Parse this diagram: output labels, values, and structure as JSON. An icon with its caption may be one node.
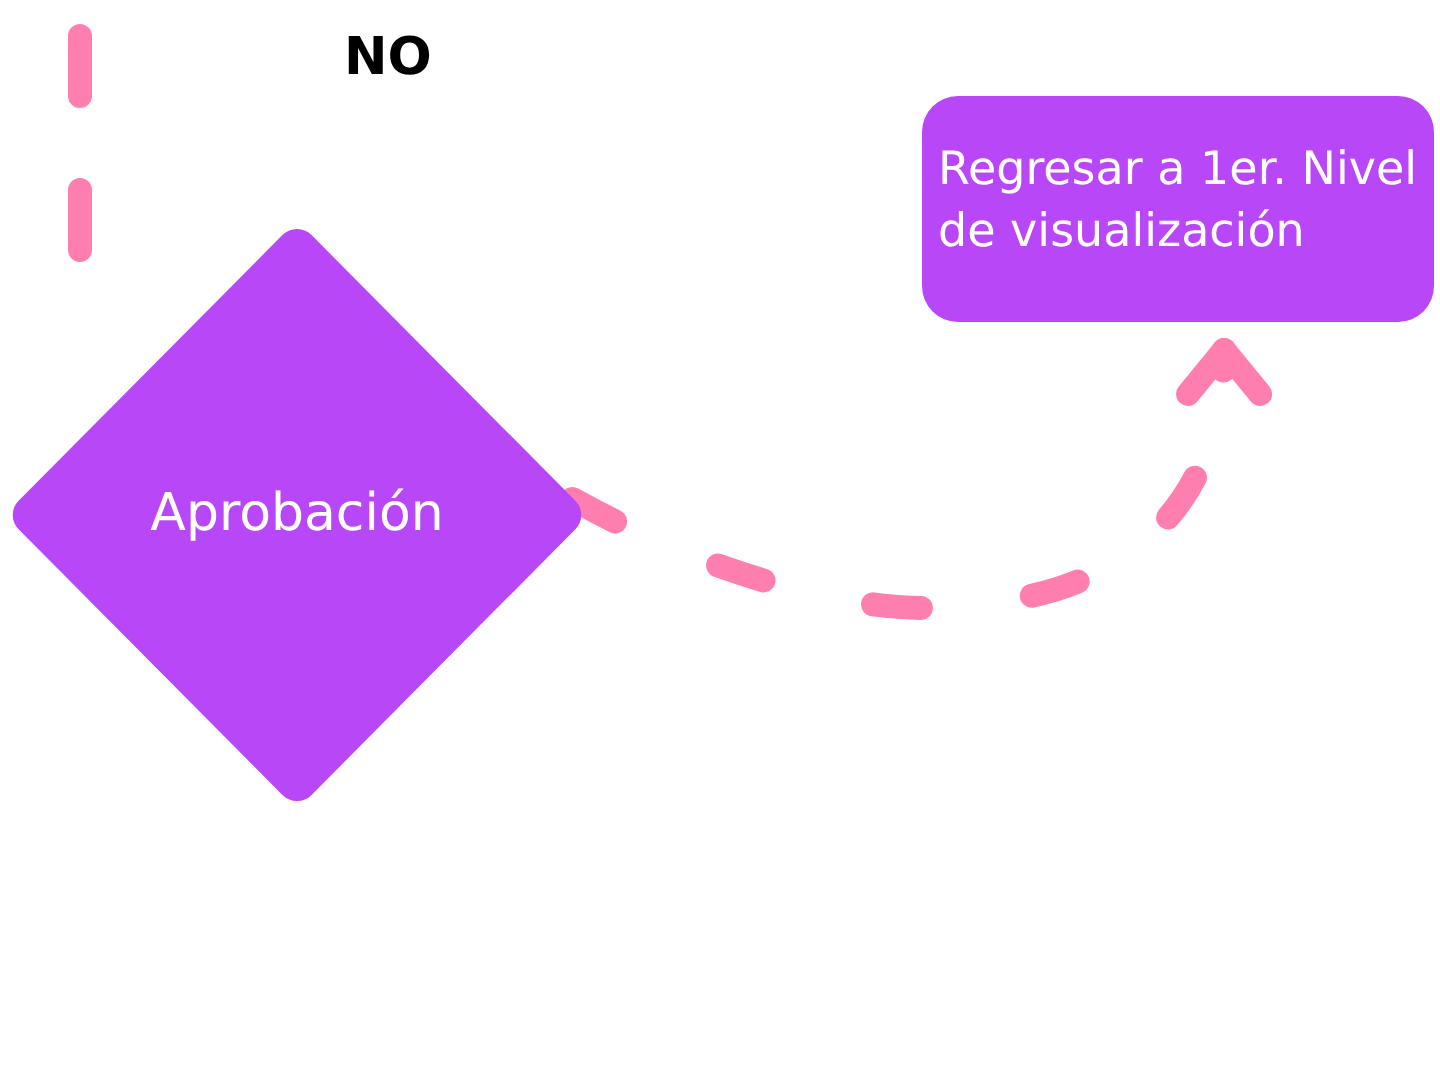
{
  "diagram": {
    "nodes": [
      {
        "text": [
          "Aprobación"
        ]
      },
      {
        "text": [
          "Regresar a 1er. Nivel de visualización"
        ]
      }
    ],
    "edges": [
      {
        "from": 0,
        "to": 1,
        "arrow": "to",
        "style": "dashed"
      }
    ],
    "labels": [
      "NO"
    ]
  }
}
